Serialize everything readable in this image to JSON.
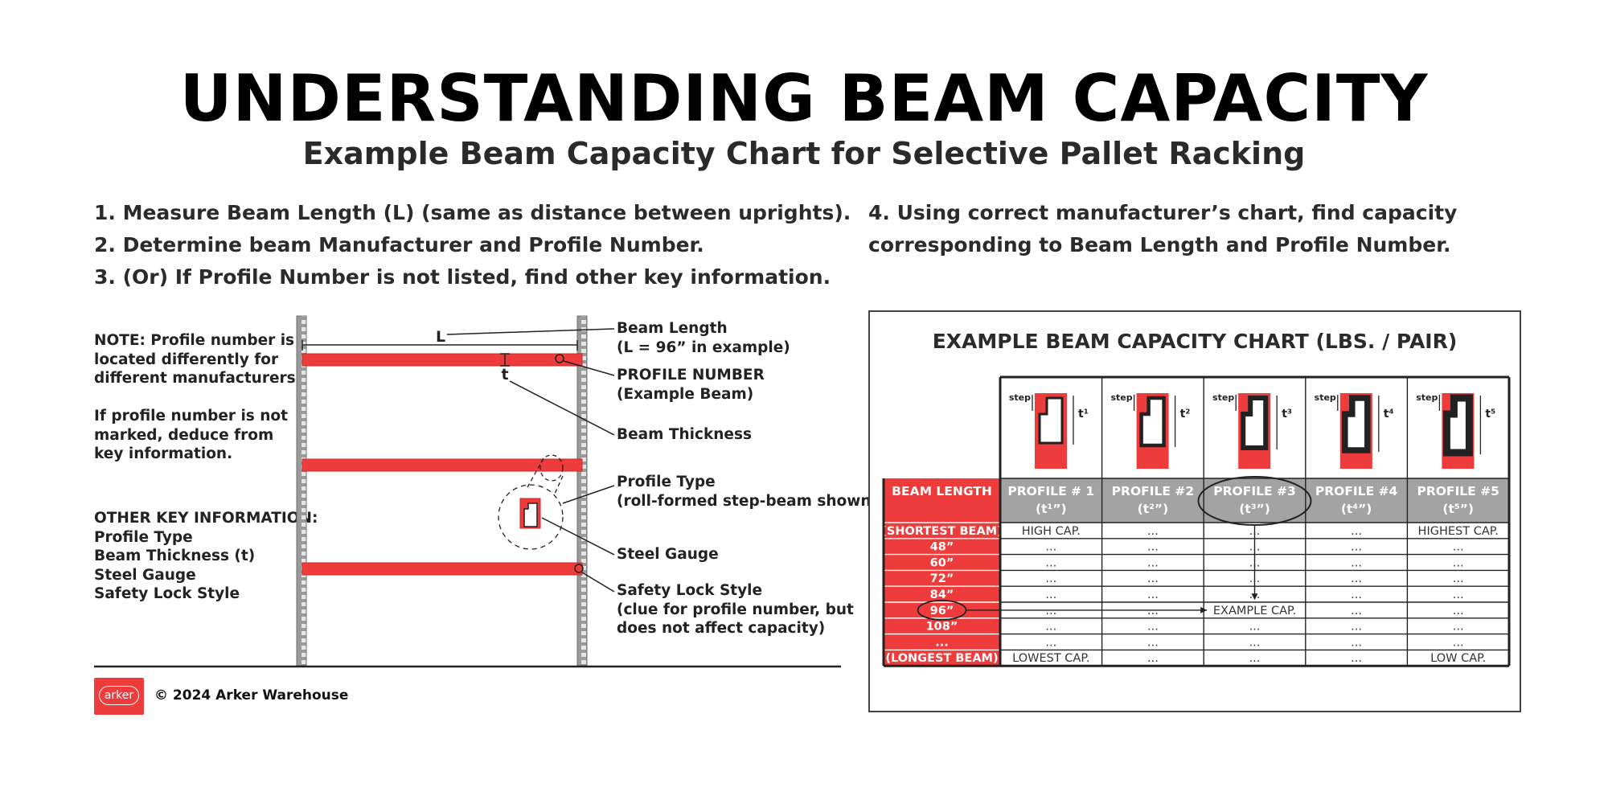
{
  "title": "UNDERSTANDING BEAM CAPACITY",
  "subtitle": "Example Beam Capacity Chart for Selective Pallet Racking",
  "steps_left": [
    "1. Measure Beam Length (L) (same as distance between uprights).",
    "2. Determine beam Manufacturer and Profile Number.",
    "3. (Or) If Profile Number is not listed, find other key information."
  ],
  "steps_right": [
    "4. Using correct manufacturer’s chart, find capacity",
    "corresponding to Beam Length and Profile Number."
  ],
  "notes": {
    "note1": [
      "NOTE:  Profile number is",
      "located differently for",
      "different manufacturers."
    ],
    "note2": [
      "If profile number is not",
      "marked, deduce from",
      "key information."
    ],
    "other_title": "OTHER KEY INFORMATION:",
    "other_items": [
      "Profile Type",
      "Beam Thickness (t)",
      "Steel Gauge",
      "Safety Lock Style"
    ]
  },
  "diagram": {
    "length_label": "L",
    "thickness_label": "t",
    "callouts": {
      "beam_length": [
        "Beam Length",
        "(L = 96” in example)"
      ],
      "profile_number": [
        "PROFILE NUMBER",
        "(Example Beam)"
      ],
      "beam_thickness": [
        "Beam Thickness"
      ],
      "profile_type": [
        "Profile Type",
        "(roll-formed step-beam shown)"
      ],
      "steel_gauge": [
        "Steel Gauge"
      ],
      "safety_lock": [
        "Safety Lock Style",
        "(clue for profile number, but",
        "does not affect capacity)"
      ]
    }
  },
  "footer": {
    "logo_text": "arker",
    "copyright": "© 2024 Arker Warehouse"
  },
  "chart_data": {
    "type": "table",
    "title": "EXAMPLE BEAM CAPACITY CHART (LBS. / PAIR)",
    "step_label": "step",
    "thickness_marks": [
      "t¹",
      "t²",
      "t³",
      "t⁴",
      "t⁵"
    ],
    "row_header": "BEAM LENGTH",
    "columns": [
      [
        "PROFILE # 1",
        "(t¹”)"
      ],
      [
        "PROFILE #2",
        "(t²”)"
      ],
      [
        "PROFILE #3",
        "(t³”)"
      ],
      [
        "PROFILE #4",
        "(t⁴”)"
      ],
      [
        "PROFILE #5",
        "(t⁵”)"
      ]
    ],
    "rows": [
      {
        "label": "(SHORTEST BEAM)",
        "cells": [
          "HIGH CAP.",
          "...",
          "...",
          "...",
          "HIGHEST CAP."
        ]
      },
      {
        "label": "48”",
        "cells": [
          "...",
          "...",
          "...",
          "...",
          "..."
        ]
      },
      {
        "label": "60”",
        "cells": [
          "...",
          "...",
          "...",
          "...",
          "..."
        ]
      },
      {
        "label": "72”",
        "cells": [
          "...",
          "...",
          "...",
          "...",
          "..."
        ]
      },
      {
        "label": "84”",
        "cells": [
          "...",
          "...",
          "...",
          "...",
          "..."
        ]
      },
      {
        "label": "96”",
        "cells": [
          "...",
          "...",
          "EXAMPLE CAP.",
          "...",
          "..."
        ]
      },
      {
        "label": "108”",
        "cells": [
          "...",
          "...",
          "...",
          "...",
          "..."
        ]
      },
      {
        "label": "...",
        "cells": [
          "...",
          "...",
          "...",
          "...",
          "..."
        ]
      },
      {
        "label": "(LONGEST BEAM)",
        "cells": [
          "LOWEST CAP.",
          "...",
          "...",
          "...",
          "LOW CAP."
        ]
      }
    ],
    "colors": {
      "red": "#ee3b3b",
      "header_gray": "#a3a3a3",
      "line": "#222222"
    }
  }
}
